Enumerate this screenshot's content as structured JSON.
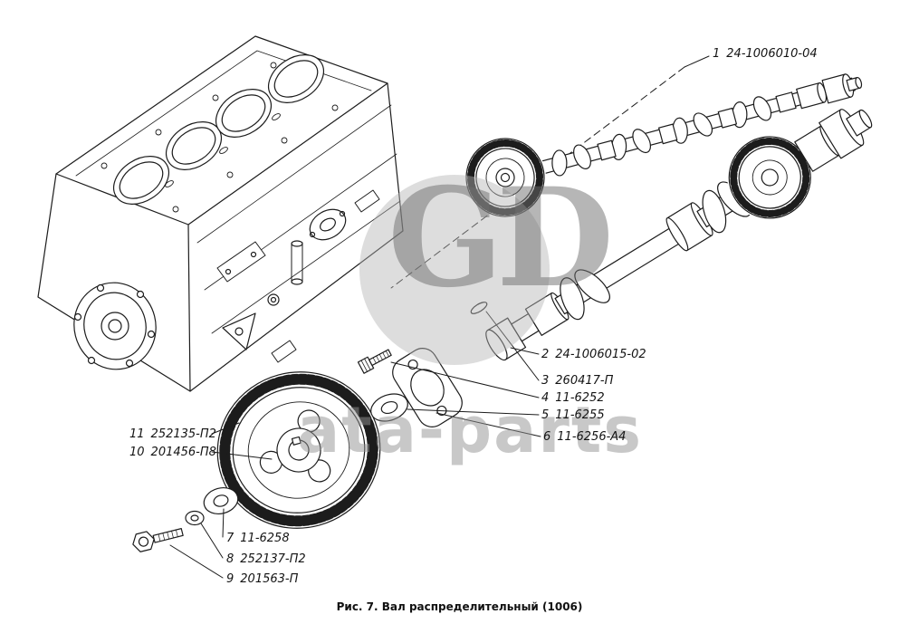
{
  "caption": "Рис. 7. Вал распределительный (1006)",
  "watermark": {
    "logo": "GD",
    "text": "ata-parts"
  },
  "labels": [
    {
      "ref": "1",
      "part": "24-1006010-04"
    },
    {
      "ref": "2",
      "part": "24-1006015-02"
    },
    {
      "ref": "3",
      "part": "260417-П"
    },
    {
      "ref": "4",
      "part": "11-6252"
    },
    {
      "ref": "5",
      "part": "11-6255"
    },
    {
      "ref": "6",
      "part": "11-6256-А4"
    },
    {
      "ref": "7",
      "part": "11-6258"
    },
    {
      "ref": "8",
      "part": "252137-П2"
    },
    {
      "ref": "9",
      "part": "201563-П"
    },
    {
      "ref": "10",
      "part": "201456-П8"
    },
    {
      "ref": "11",
      "part": "252135-П2"
    }
  ]
}
